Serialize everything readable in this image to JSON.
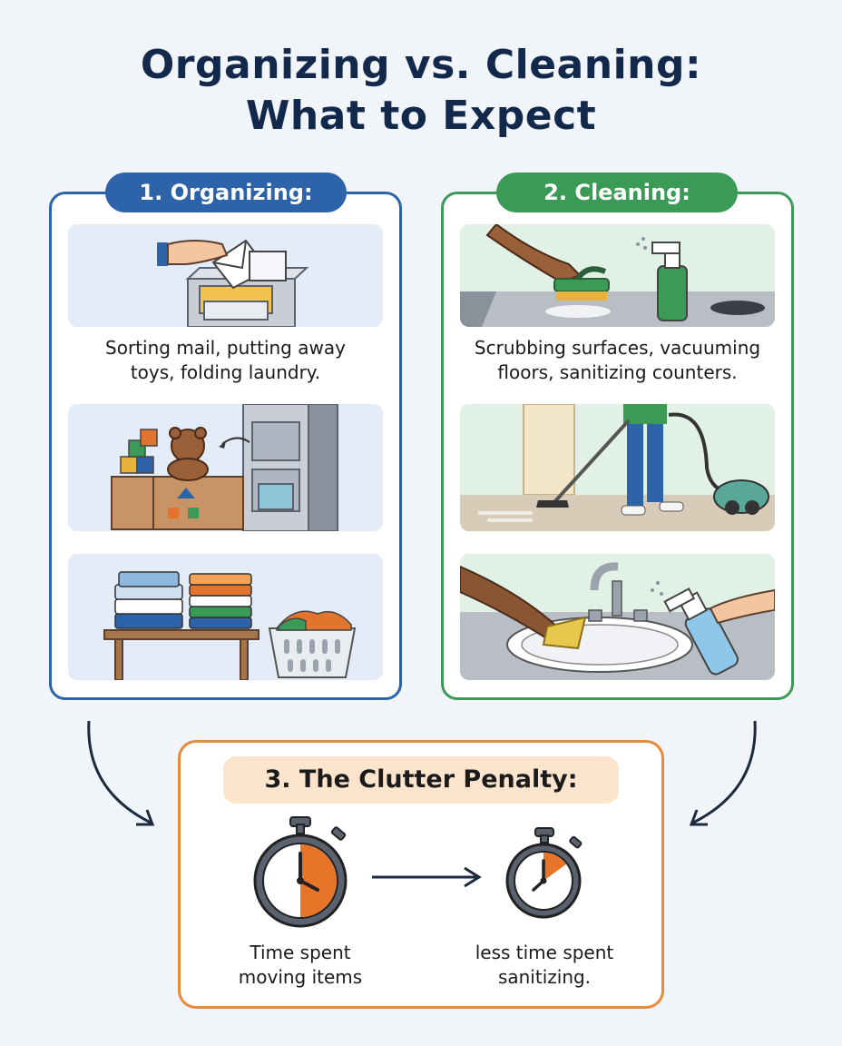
{
  "title": {
    "line1": "Organizing vs. Cleaning:",
    "line2": "What to Expect"
  },
  "organizing": {
    "label": "1. Organizing:",
    "caption_line1": "Sorting mail, putting away",
    "caption_line2": "toys, folding laundry.",
    "illustrations": [
      "mail-sorting-illustration",
      "toy-storage-illustration",
      "laundry-folding-illustration"
    ],
    "accent": "#2d63a8"
  },
  "cleaning": {
    "label": "2. Cleaning:",
    "caption_line1": "Scrubbing surfaces, vacuuming",
    "caption_line2": "floors, sanitizing counters.",
    "illustrations": [
      "scrubbing-illustration",
      "vacuuming-illustration",
      "sink-sanitizing-illustration"
    ],
    "accent": "#3c9a57"
  },
  "clutter": {
    "label": "3. The Clutter Penalty:",
    "left_caption_line1": "Time spent",
    "left_caption_line2": "moving items",
    "right_caption_line1": "less time spent",
    "right_caption_line2": "sanitizing.",
    "accent": "#e88a3a",
    "left_timer_fill": 0.5,
    "right_timer_fill": 0.15
  }
}
